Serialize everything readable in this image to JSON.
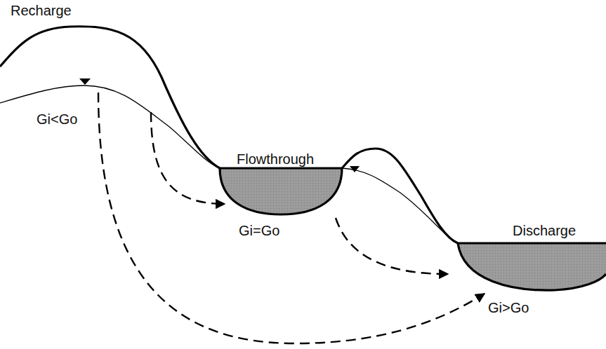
{
  "diagram": {
    "nodes": [
      {
        "text": [
          "Recharge",
          "Gi<Go"
        ]
      },
      {
        "text": [
          "Flowthrough",
          "Gi=Go"
        ]
      },
      {
        "text": [
          "Discharge",
          "Gi>Go"
        ]
      }
    ],
    "edges": [
      {
        "from": 0,
        "to": 1,
        "arrow": "to"
      },
      {
        "from": 1,
        "to": 2,
        "arrow": "to"
      },
      {
        "from": 0,
        "to": 2,
        "arrow": "to"
      }
    ]
  }
}
